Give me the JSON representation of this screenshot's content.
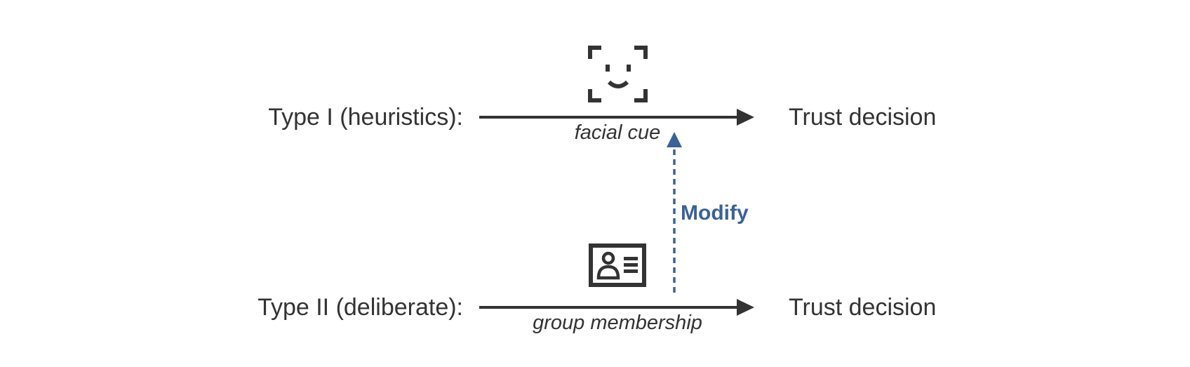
{
  "rows": [
    {
      "label": "Type I (heuristics):",
      "cue": "facial cue",
      "cue_icon": "face-scan-icon",
      "outcome": "Trust decision"
    },
    {
      "label": "Type II (deliberate):",
      "cue": "group membership",
      "cue_icon": "id-card-icon",
      "outcome": "Trust decision"
    }
  ],
  "modifier": {
    "label": "Modify",
    "direction": "up"
  },
  "colors": {
    "text": "#333333",
    "arrow": "#333333",
    "modify": "#3a6296"
  }
}
